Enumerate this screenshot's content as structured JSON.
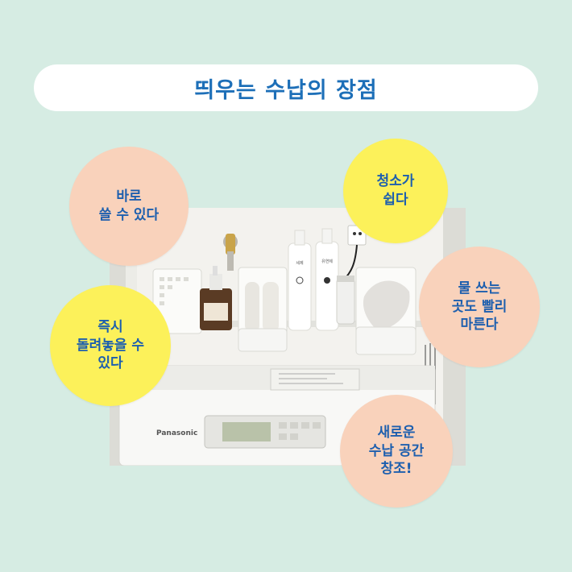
{
  "title": "띄우는 수납의 장점",
  "bubbles": {
    "b1": "바로\n쓸 수 있다",
    "b2": "청소가\n쉽다",
    "b3": "물 쓰는\n곳도 빨리\n마른다",
    "b4": "즉시\n돌려놓을 수\n있다",
    "b5": "새로운\n수납 공간\n창조!"
  },
  "photo_text": {
    "brand": "Panasonic",
    "bottle1_label": "세제",
    "bottle2_label": "유연제"
  },
  "colors": {
    "background": "#d6ece3",
    "title_text": "#1d6fb8",
    "bubble_text": "#1d5fae",
    "peach_bubble": "#f9d2bb",
    "yellow_bubble": "#fcf15a"
  }
}
